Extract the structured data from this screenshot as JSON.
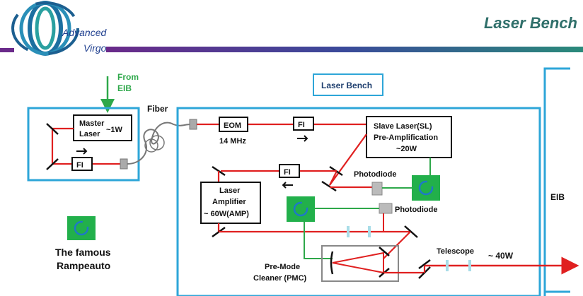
{
  "header": {
    "title": "Laser Bench",
    "logo_line1": "Advanced",
    "logo_line2": "Virgo"
  },
  "diagram": {
    "from_eib_line1": "From",
    "from_eib_line2": "EIB",
    "fiber": "Fiber",
    "master_laser_line1": "Master",
    "master_laser_line2": "Laser",
    "master_power": "~1W",
    "fi_master": "FI",
    "eom": "EOM",
    "eom_freq": "14 MHz",
    "fi_top": "FI",
    "fi_mid": "FI",
    "slave_line1": "Slave Laser(SL)",
    "slave_line2": "Pre-Amplification",
    "slave_line3": "~20W",
    "photodiode_1": "Photodiode",
    "photodiode_2": "Photodiode",
    "amp_line1": "Laser",
    "amp_line2": "Amplifier",
    "amp_line3": "~ 60W(AMP)",
    "laser_bench_label": "Laser Bench",
    "telescope": "Telescope",
    "output_power": "~ 40W",
    "eib": "EIB",
    "pmc_line1": "Pre-Mode",
    "pmc_line2": "Cleaner (PMC)",
    "rampeauto_line1": "The famous",
    "rampeauto_line2": "Rampeauto"
  },
  "colors": {
    "beam": "#e02020",
    "feedback": "#2ea84a",
    "box_border": "#2ea6d8",
    "servo_fill": "#22b04b",
    "servo_icon": "#1e78c8",
    "header_bar_left": "#6a2a8a",
    "header_bar_right": "#2a8a7a"
  }
}
